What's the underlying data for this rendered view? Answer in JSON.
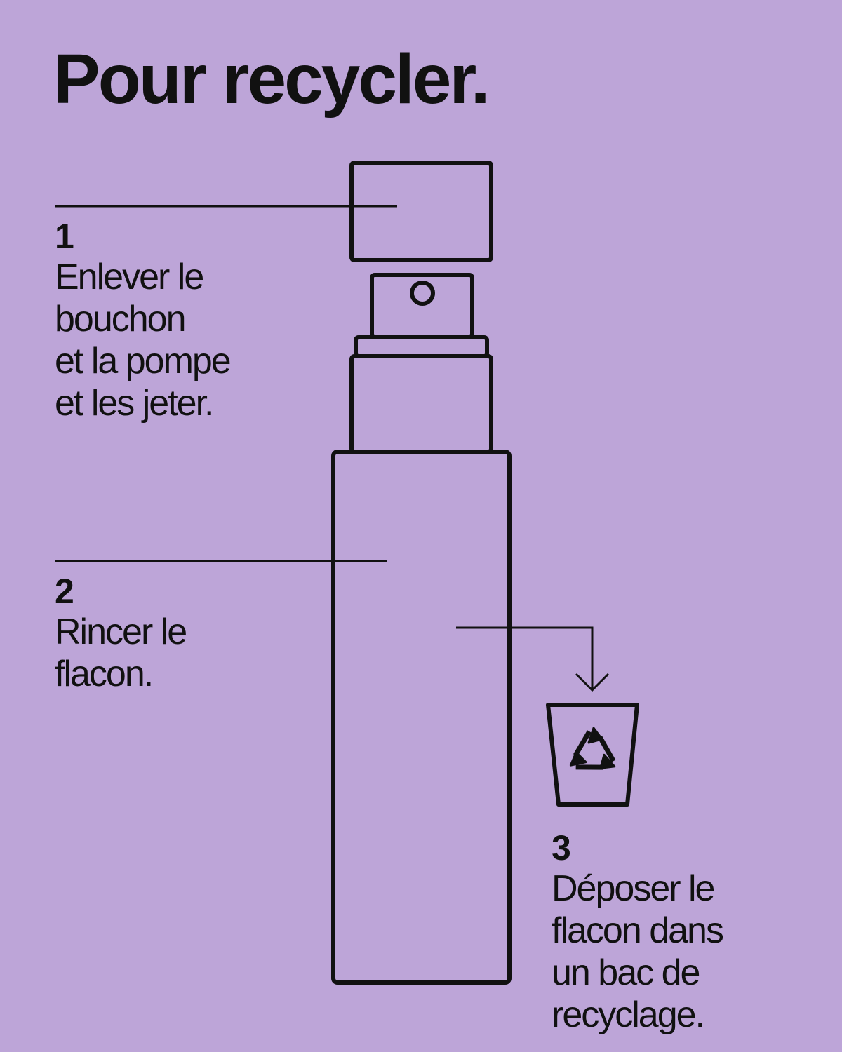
{
  "title": "Pour recycler.",
  "colors": {
    "background": "#bda5d8",
    "ink": "#111111"
  },
  "icons": {
    "bottle": "spray-bottle-icon",
    "bin": "recycling-bin-icon",
    "recycle": "recycle-symbol-icon"
  },
  "steps": [
    {
      "number": "1",
      "text": "Enlever le\nbouchon\net la pompe\net les jeter."
    },
    {
      "number": "2",
      "text": "Rincer le\nflacon."
    },
    {
      "number": "3",
      "text": "Déposer le\nflacon dans\nun bac de\nrecyclage."
    }
  ]
}
